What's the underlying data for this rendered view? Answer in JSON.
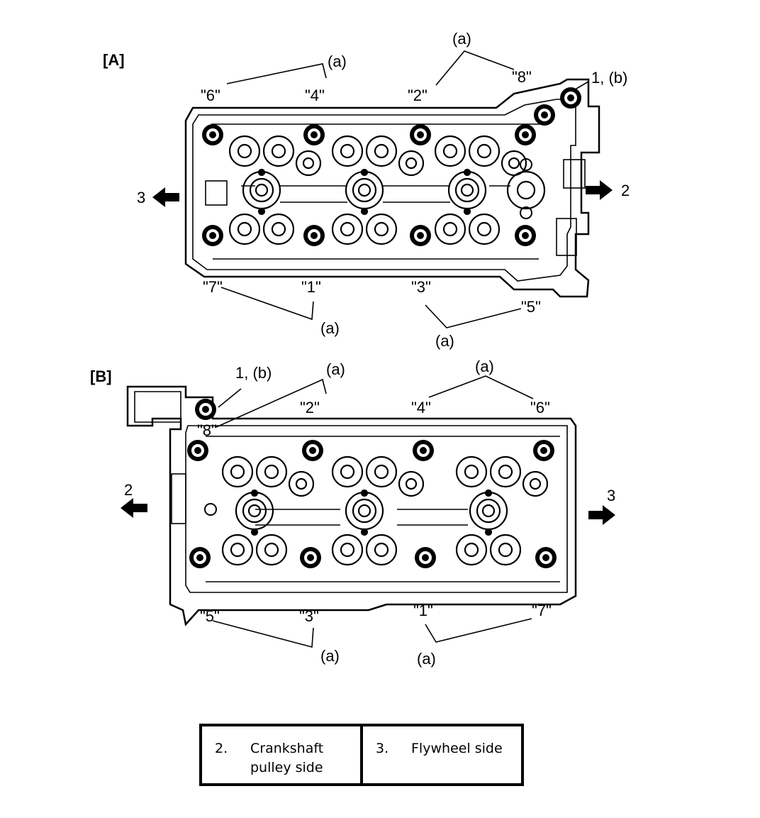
{
  "figure": {
    "views": [
      {
        "id": "A",
        "label": "[A]",
        "callout_a": "(a)",
        "bolt_callout": "1, (b)",
        "arrow_left_label": "3",
        "arrow_right_label": "2",
        "sequence": [
          "\"6\"",
          "\"4\"",
          "\"2\"",
          "\"8\"",
          "\"7\"",
          "\"1\"",
          "\"3\"",
          "\"5\""
        ]
      },
      {
        "id": "B",
        "label": "[B]",
        "callout_a": "(a)",
        "bolt_callout": "1, (b)",
        "arrow_left_label": "2",
        "arrow_right_label": "3",
        "sequence": [
          "\"8\"",
          "\"2\"",
          "\"4\"",
          "\"6\"",
          "\"5\"",
          "\"3\"",
          "\"1\"",
          "\"7\""
        ]
      }
    ]
  },
  "legend": [
    {
      "num": "2.",
      "text": "Crankshaft pulley side"
    },
    {
      "num": "3.",
      "text": "Flywheel side"
    }
  ]
}
